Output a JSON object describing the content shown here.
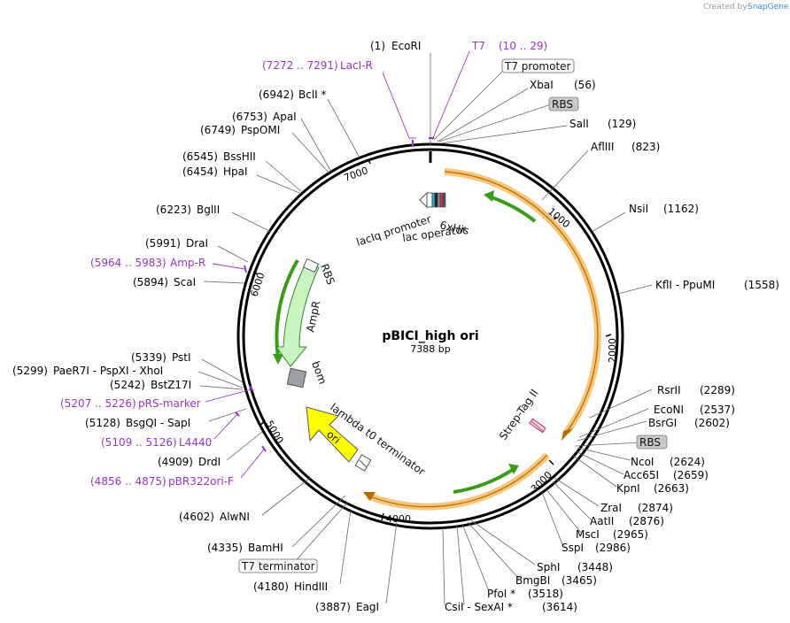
{
  "credit": {
    "text": "Created by",
    "brand": "SnapGene"
  },
  "plasmid": {
    "name": "pBICI_high ori",
    "length_label": "7388 bp"
  },
  "ticks": [
    "1000",
    "2000",
    "3000",
    "4000",
    "5000",
    "6000",
    "7000"
  ],
  "sites_left": [
    {
      "pos": "(1)",
      "name": "EcoRI"
    },
    {
      "pos": "(6942)",
      "name": "BclI *"
    },
    {
      "pos": "(6753)",
      "name": "ApaI"
    },
    {
      "pos": "(6749)",
      "name": "PspOMI"
    },
    {
      "pos": "(6545)",
      "name": "BssHII"
    },
    {
      "pos": "(6454)",
      "name": "HpaI"
    },
    {
      "pos": "(6223)",
      "name": "BglII"
    },
    {
      "pos": "(5991)",
      "name": "DraI"
    },
    {
      "pos": "(5894)",
      "name": "ScaI"
    },
    {
      "pos": "(5339)",
      "name": "PstI"
    },
    {
      "pos": "(5299)",
      "name": "PaeR7I  -  PspXI  -  XhoI"
    },
    {
      "pos": "(5242)",
      "name": "BstZ17I"
    },
    {
      "pos": "(5128)",
      "name": "BsgQI  -  SapI"
    },
    {
      "pos": "(4909)",
      "name": "DrdI"
    },
    {
      "pos": "(4602)",
      "name": "AlwNI"
    },
    {
      "pos": "(4335)",
      "name": "BamHI"
    },
    {
      "pos": "(4180)",
      "name": "HindIII"
    },
    {
      "pos": "(3887)",
      "name": "EagI"
    }
  ],
  "sites_right": [
    {
      "name": "XbaI",
      "pos": "(56)"
    },
    {
      "name": "SalI",
      "pos": "(129)"
    },
    {
      "name": "AflIII",
      "pos": "(823)"
    },
    {
      "name": "NsiI",
      "pos": "(1162)"
    },
    {
      "name": "KflI  -  PpuMI",
      "pos": "(1558)"
    },
    {
      "name": "RsrII",
      "pos": "(2289)"
    },
    {
      "name": "EcoNI",
      "pos": "(2537)"
    },
    {
      "name": "BsrGI",
      "pos": "(2602)"
    },
    {
      "name": "NcoI",
      "pos": "(2624)"
    },
    {
      "name": "Acc65I",
      "pos": "(2659)"
    },
    {
      "name": "KpnI",
      "pos": "(2663)"
    },
    {
      "name": "ZraI",
      "pos": "(2874)"
    },
    {
      "name": "AatII",
      "pos": "(2876)"
    },
    {
      "name": "MscI",
      "pos": "(2965)"
    },
    {
      "name": "SspI",
      "pos": "(2986)"
    },
    {
      "name": "SphI",
      "pos": "(3448)"
    },
    {
      "name": "BmgBI",
      "pos": "(3465)"
    },
    {
      "name": "PfoI *",
      "pos": "(3518)"
    },
    {
      "name": "CsiI  -  SexAI *",
      "pos": "(3614)"
    }
  ],
  "primers": [
    {
      "name": "T7",
      "range": "(10 .. 29)"
    },
    {
      "range": "(7272 .. 7291)",
      "name": "LacI-R"
    },
    {
      "range": "(5964 .. 5983)",
      "name": "Amp-R"
    },
    {
      "range": "(5207 .. 5226)",
      "name": "pRS-marker"
    },
    {
      "range": "(5109 .. 5126)",
      "name": "L4440"
    },
    {
      "range": "(4856 .. 4875)",
      "name": "pBR322ori-F"
    }
  ],
  "boxed": {
    "t7_promoter": "T7 promoter",
    "rbs_top": "RBS",
    "rbs_right": "RBS",
    "t7_terminator": "T7 terminator"
  },
  "features": {
    "laciq": "lacIq promoter",
    "lacop": "lac operator",
    "his": "6xHis",
    "rbs": "RBS",
    "ampr": "AmpR",
    "bom": "bom",
    "lambda": "lambda t0 terminator",
    "ori": "ori",
    "strep": "Strep-Tag II"
  },
  "colors": {
    "primer": "#9933cc",
    "orange": "#f0a830",
    "green": "#3a9a1a",
    "ampr_fill": "#c8f5c0",
    "ori_fill": "#ffff00",
    "bom_fill": "#9aa0a6"
  }
}
